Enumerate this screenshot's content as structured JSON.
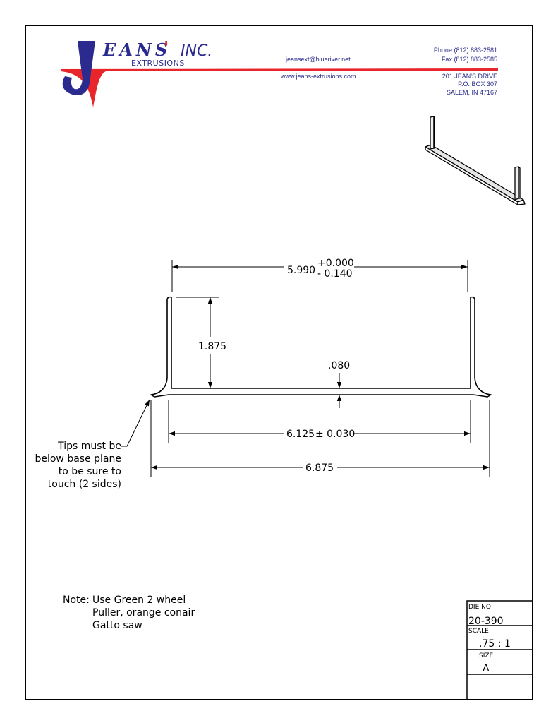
{
  "company": {
    "logo_initial": "J",
    "logo_name": "EANS",
    "logo_apostrophe": "'",
    "logo_suffix": "INC.",
    "logo_subtitle": "EXTRUSIONS",
    "email": "jeansext@blueriver.net",
    "website": "www.jeans-extrusions.com",
    "phone": "Phone (812) 883-2581",
    "fax": "Fax (812) 883-2585",
    "address_line1": "201 JEAN'S DRIVE",
    "address_line2": "P.O. BOX 307",
    "address_line3": "SALEM, IN 47167",
    "colors": {
      "logo_blue": "#2b2b8f",
      "logo_red": "#e8252b"
    }
  },
  "dimensions": {
    "top_width": "5.990",
    "top_width_plus": "+0.000",
    "top_width_minus": "- 0.140",
    "height": "1.875",
    "thickness": ".080",
    "inner_width": "6.125",
    "inner_width_tol": "± 0.030",
    "overall_width": "6.875"
  },
  "callout": {
    "lines": [
      "Tips must be",
      "below base plane",
      "to be sure to",
      "touch (2 sides)"
    ]
  },
  "note": {
    "label": "Note:",
    "lines": [
      "Use Green 2 wheel",
      "Puller, orange conair",
      "Gatto saw"
    ]
  },
  "title_block": {
    "die_no_label": "DIE NO",
    "die_no": "20-390",
    "scale_label": "SCALE",
    "scale": ".75 : 1",
    "size_label": "SIZE",
    "size": "A"
  }
}
